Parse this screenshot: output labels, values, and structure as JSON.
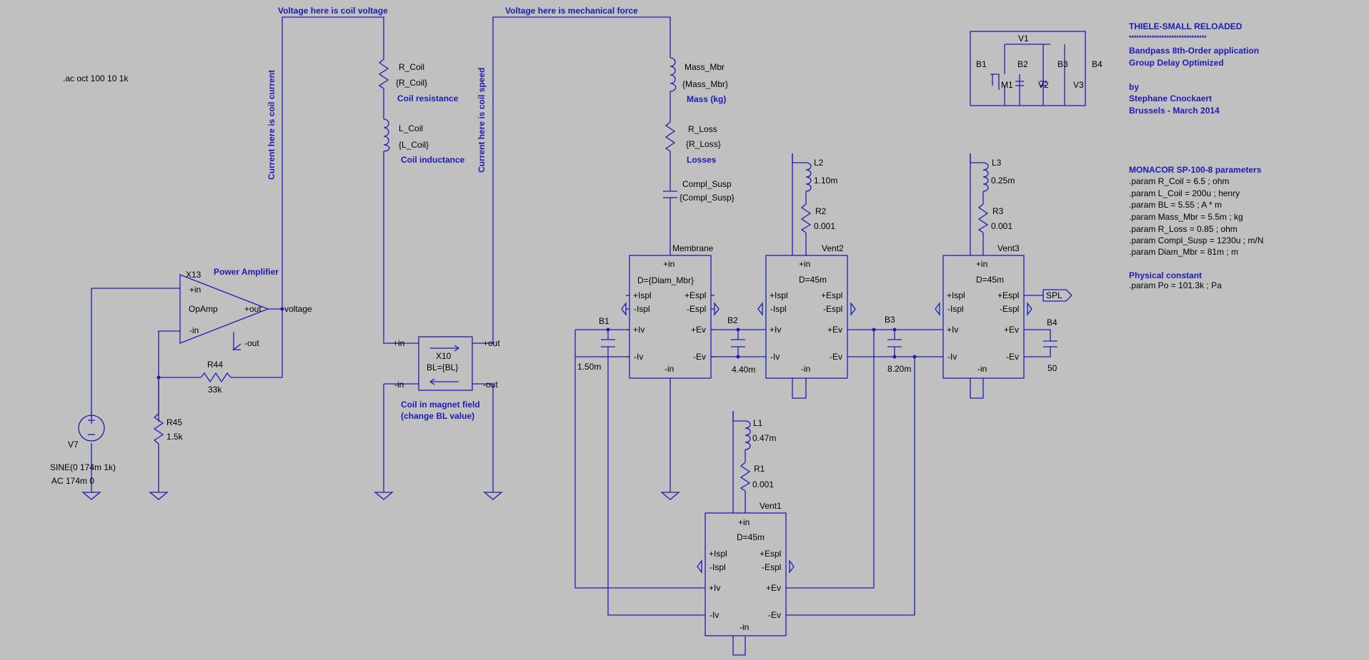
{
  "spice_directive": ".ac oct 100 10 1k",
  "annotations": {
    "coil_voltage": "Voltage here is coil voltage",
    "mech_force": "Voltage here is mechanical force",
    "coil_current": "Current here is coil current",
    "coil_speed": "Current here is coil speed",
    "power_amplifier": "Power Amplifier",
    "coil_resistance": "Coil resistance",
    "coil_inductance": "Coil inductance",
    "mass": "Mass (kg)",
    "losses": "Losses",
    "magnet_line1": "Coil in magnet field",
    "magnet_line2": "(change BL value)"
  },
  "info": {
    "title": "THIELE-SMALL RELOADED",
    "stars": "*******************************",
    "subtitle1": "Bandpass 8th-Order application",
    "subtitle2": "Group Delay Optimized",
    "by": "by",
    "author": "Stephane Cnockaert",
    "place_date": "Brussels - March 2014",
    "params_title": "MONACOR SP-100-8 parameters",
    "params": [
      ".param R_Coil = 6.5 ; ohm",
      ".param L_Coil = 200u ; henry",
      ".param BL = 5.55 ; A * m",
      ".param Mass_Mbr = 5.5m ; kg",
      ".param R_Loss = 0.85 ; ohm",
      ".param Compl_Susp = 1230u ; m/N",
      ".param Diam_Mbr = 81m ; m"
    ],
    "const_title": "Physical constant",
    "const": ".param Po = 101.3k ; Pa"
  },
  "legend": {
    "V1": "V1",
    "B1": "B1",
    "B2": "B2",
    "B3": "B3",
    "B4": "B4",
    "M1": "M1",
    "V2": "V2",
    "V3": "V3"
  },
  "components": {
    "X13": {
      "name": "X13",
      "type": "OpAmp",
      "pin_in_p": "+in",
      "pin_in_n": "-in",
      "pin_out_p": "+out",
      "pin_out_n": "-out"
    },
    "net_voltage": "voltage",
    "R44": {
      "name": "R44",
      "value": "33k"
    },
    "R45": {
      "name": "R45",
      "value": "1.5k"
    },
    "V7": {
      "name": "V7",
      "value1": "SINE(0 174m 1k)",
      "value2": "AC 174m 0"
    },
    "R_Coil": {
      "name": "R_Coil",
      "value": "{R_Coil}"
    },
    "L_Coil": {
      "name": "L_Coil",
      "value": "{L_Coil}"
    },
    "X10": {
      "name": "X10",
      "value": "BL={BL}",
      "pin_in_p": "+in",
      "pin_in_n": "-in",
      "pin_out_p": "+out",
      "pin_out_n": "-out"
    },
    "Mass_Mbr": {
      "name": "Mass_Mbr",
      "value": "{Mass_Mbr}"
    },
    "R_Loss": {
      "name": "R_Loss",
      "value": "{R_Loss}"
    },
    "Compl_Susp": {
      "name": "Compl_Susp",
      "value": "{Compl_Susp}"
    },
    "L2": {
      "name": "L2",
      "value": "1.10m"
    },
    "R2": {
      "name": "R2",
      "value": "0.001"
    },
    "L3": {
      "name": "L3",
      "value": "0.25m"
    },
    "R3": {
      "name": "R3",
      "value": "0.001"
    },
    "L1": {
      "name": "L1",
      "value": "0.47m"
    },
    "R1": {
      "name": "R1",
      "value": "0.001"
    },
    "B1": {
      "name": "B1",
      "value": "1.50m"
    },
    "B2": {
      "name": "B2",
      "value": "4.40m"
    },
    "B3": {
      "name": "B3",
      "value": "8.20m"
    },
    "B4": {
      "name": "B4",
      "value": "50"
    },
    "SPL": "SPL"
  },
  "blocks": {
    "membrane": {
      "name": "Membrane",
      "param": "D={Diam_Mbr}"
    },
    "vent1": {
      "name": "Vent1",
      "param": "D=45m"
    },
    "vent2": {
      "name": "Vent2",
      "param": "D=45m"
    },
    "vent3": {
      "name": "Vent3",
      "param": "D=45m"
    },
    "pins": {
      "in": "+in",
      "Ispl_p": "+Ispl",
      "Ispl_n": "-Ispl",
      "Espl_p": "+Espl",
      "Espl_n": "-Espl",
      "Iv_p": "+Iv",
      "Iv_n": "-Iv",
      "Ev_p": "+Ev",
      "Ev_n": "-Ev",
      "in_n": "-in"
    }
  },
  "colors": {
    "background": "#c0c0c0",
    "wire": "#1c1cb4",
    "label": "#000000"
  }
}
